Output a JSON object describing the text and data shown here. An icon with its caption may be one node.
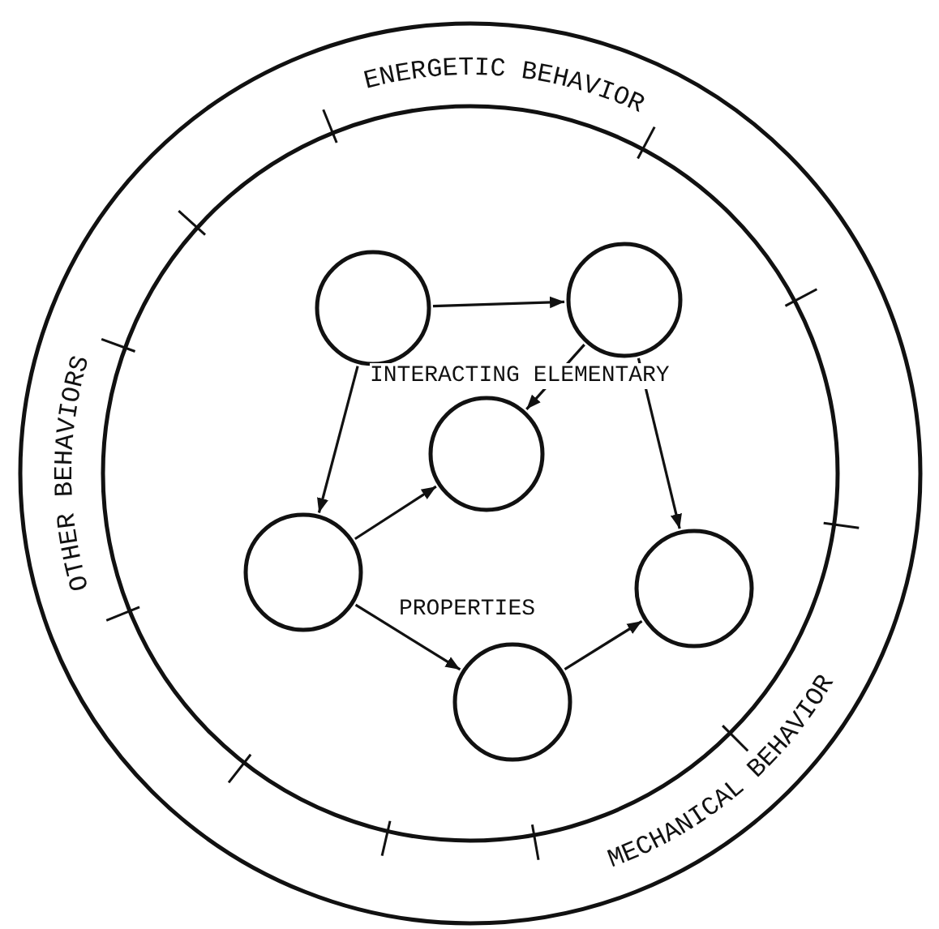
{
  "diagram": {
    "nodes": [
      {
        "text": [
          "ENERGETIC BEHAVIOR",
          "OTHER BEHAVIORS",
          "MECHANICAL BEHAVIOR"
        ]
      },
      {
        "text": [
          "INTERACTING ELEMENTARY",
          "PROPERTIES"
        ],
        "in": 0
      },
      {
        "text": [],
        "shape": "circle",
        "in": 1
      },
      {
        "text": [],
        "shape": "circle",
        "in": 1
      },
      {
        "text": [],
        "shape": "circle",
        "in": 1
      },
      {
        "text": [],
        "shape": "circle",
        "in": 1
      },
      {
        "text": [],
        "shape": "circle",
        "in": 1
      },
      {
        "text": [],
        "shape": "circle",
        "in": 1
      }
    ],
    "edges": [
      {
        "from": 2,
        "to": 3,
        "arrow": "to"
      },
      {
        "from": 2,
        "to": 5,
        "arrow": "to"
      },
      {
        "from": 3,
        "to": 4,
        "arrow": "to"
      },
      {
        "from": 3,
        "to": 6,
        "arrow": "to"
      },
      {
        "from": 5,
        "to": 4,
        "arrow": "to"
      },
      {
        "from": 5,
        "to": 7,
        "arrow": "to"
      },
      {
        "from": 7,
        "to": 6,
        "arrow": "to"
      }
    ]
  }
}
